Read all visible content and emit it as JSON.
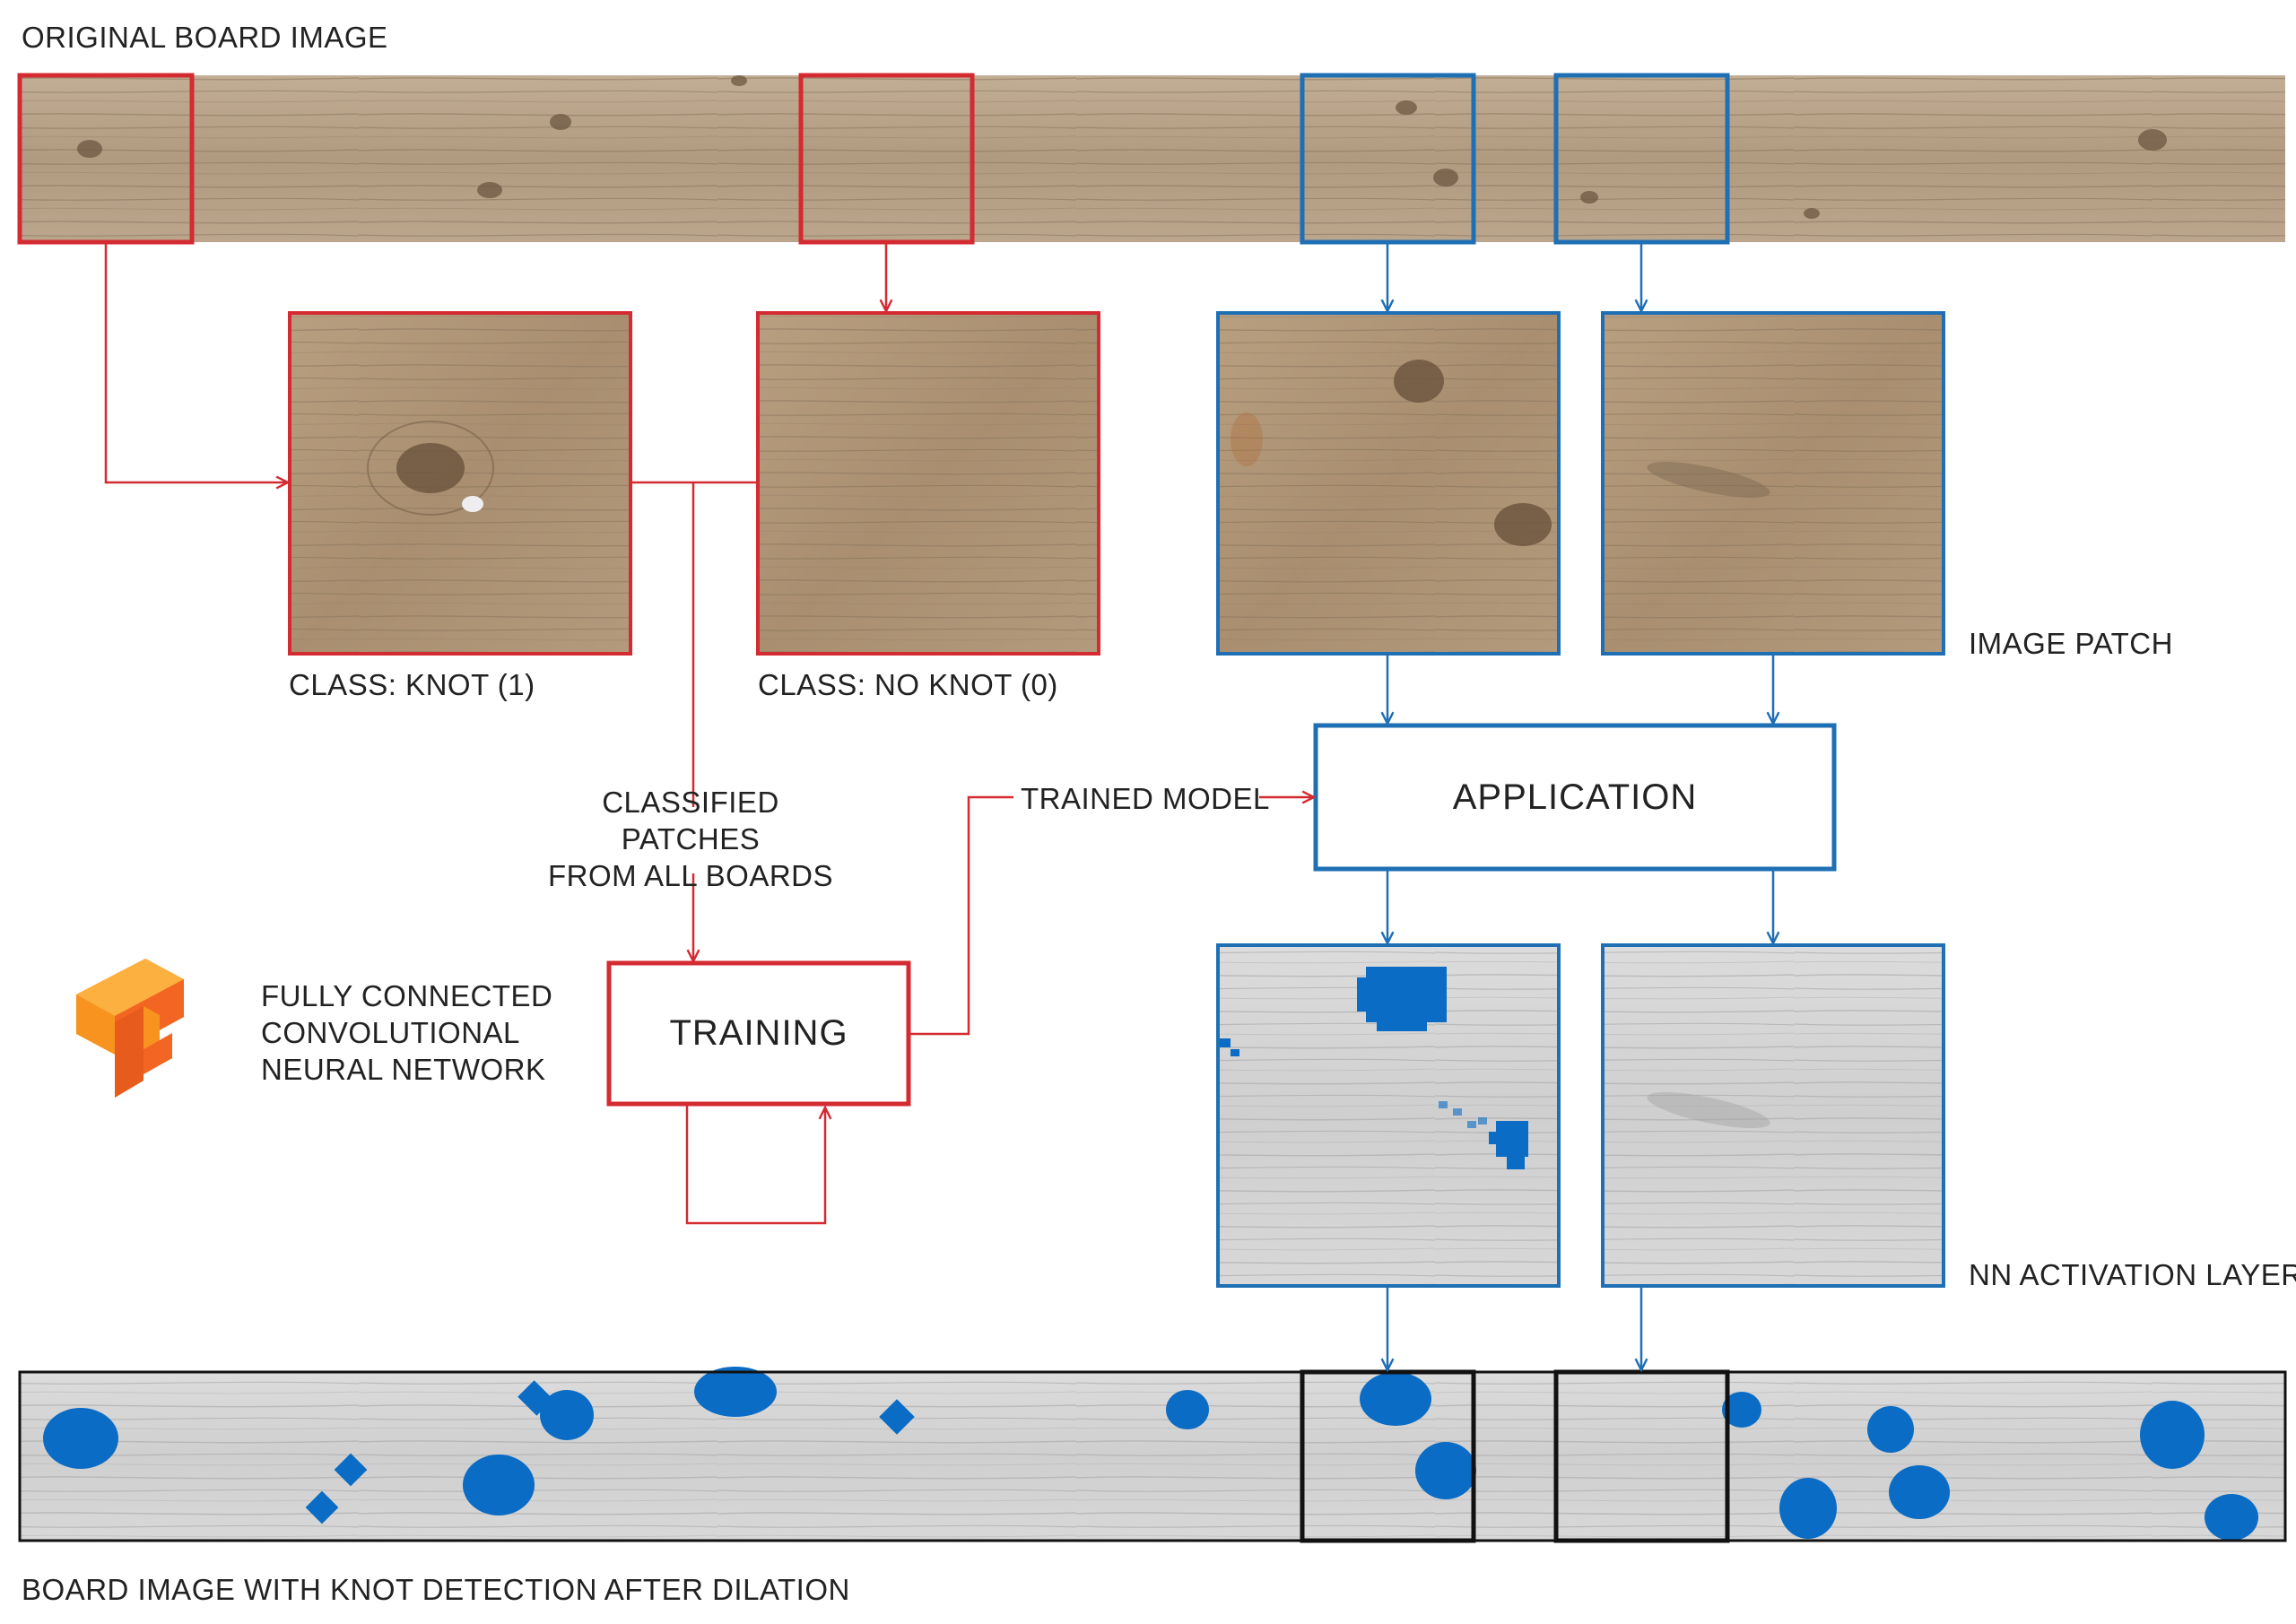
{
  "labels": {
    "original_board": "ORIGINAL BOARD IMAGE",
    "class_knot": "CLASS: KNOT (1)",
    "class_no_knot": "CLASS: NO KNOT (0)",
    "classified_patches": "CLASSIFIED PATCHES\nFROM ALL BOARDS",
    "trained_model": "TRAINED MODEL",
    "application": "APPLICATION",
    "training": "TRAINING",
    "image_patch": "IMAGE PATCH",
    "nn_activation_layer": "NN ACTIVATION LAYER",
    "network_type": "FULLY CONNECTED\nCONVOLUTIONAL\nNEURAL NETWORK",
    "board_detection": "BOARD IMAGE WITH KNOT DETECTION AFTER DILATION"
  },
  "icons": {
    "logo": "tensorflow-logo-icon"
  },
  "colors": {
    "training_path": "#d42a31",
    "application_path": "#1f6fb5",
    "detection_blob": "#0a6cc4",
    "detection_frame": "#111111",
    "wood": "#b59f86",
    "wood_grayscale": "#d6d6d6",
    "logo_orange": "#f7931e"
  }
}
